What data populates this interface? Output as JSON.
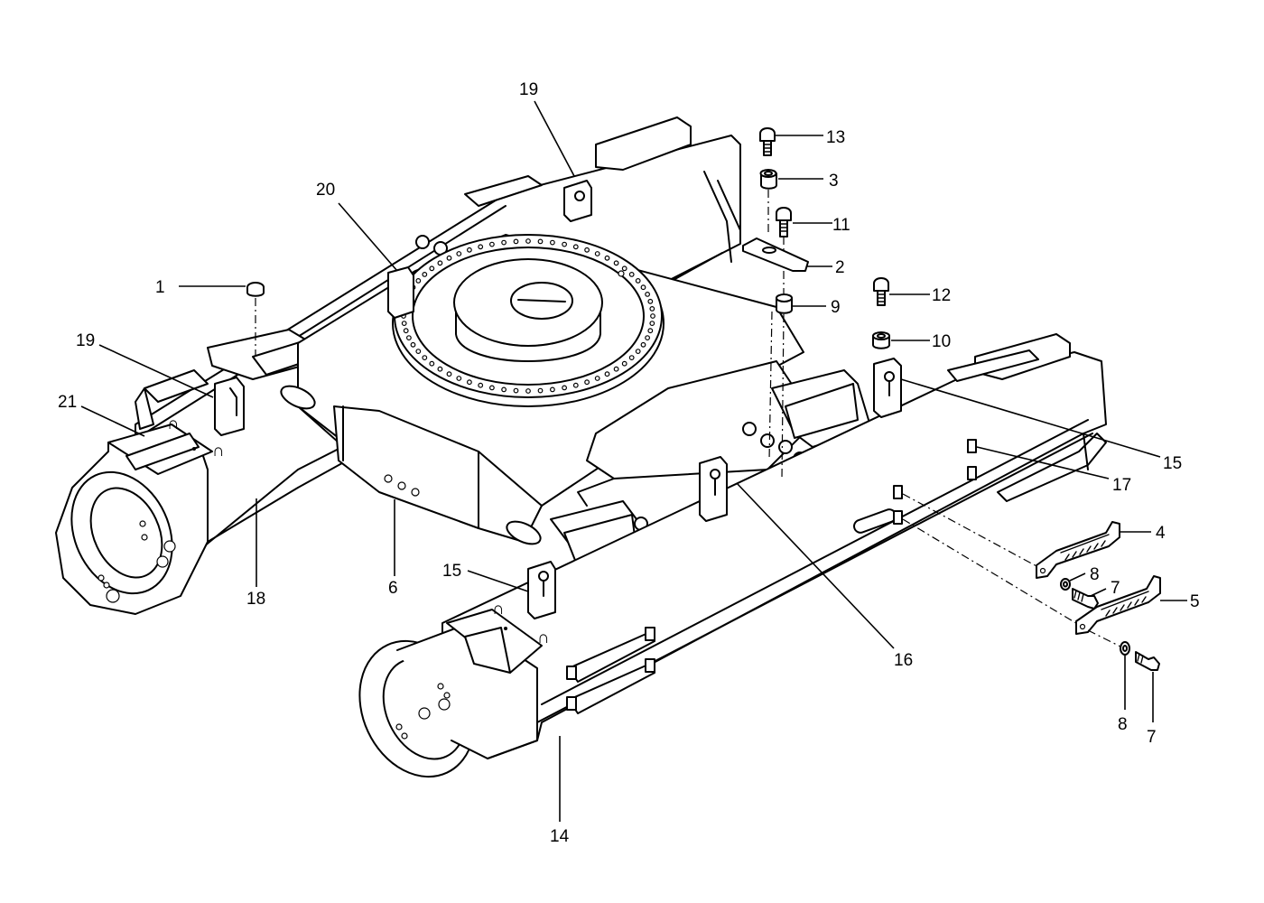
{
  "callouts": {
    "c1": "1",
    "c2": "2",
    "c3": "3",
    "c4": "4",
    "c5": "5",
    "c6": "6",
    "c7a": "7",
    "c7b": "7",
    "c8a": "8",
    "c8b": "8",
    "c9": "9",
    "c10": "10",
    "c11": "11",
    "c12": "12",
    "c13": "13",
    "c14": "14",
    "c15a": "15",
    "c15b": "15",
    "c16": "16",
    "c17": "17",
    "c18": "18",
    "c19a": "19",
    "c19b": "19",
    "c20": "20",
    "c21": "21"
  }
}
